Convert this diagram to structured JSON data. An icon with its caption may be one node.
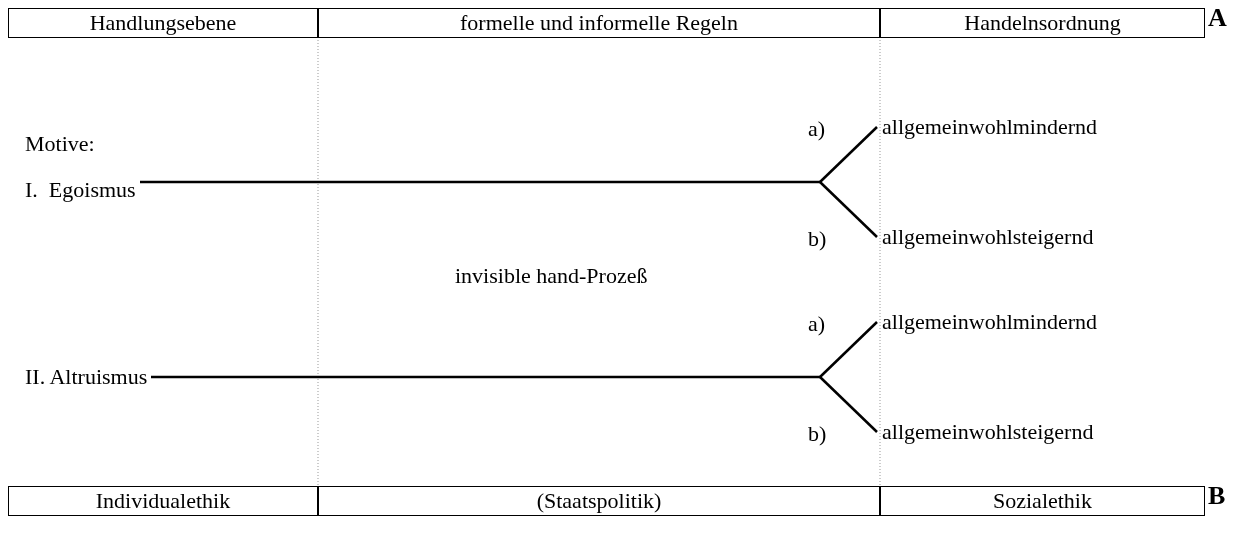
{
  "diagram": {
    "nodes": [
      {
        "text": [
          "Handlungsebene"
        ]
      },
      {
        "text": [
          "formelle und informelle Regeln"
        ]
      },
      {
        "text": [
          "Handelnsordnung"
        ]
      },
      {
        "text": [
          "I.  Egoismus"
        ]
      },
      {
        "text": [
          "allgemeinwohlmindernd"
        ]
      },
      {
        "text": [
          "allgemeinwohlsteigernd"
        ]
      },
      {
        "text": [
          "II. Altruismus"
        ]
      },
      {
        "text": [
          "allgemeinwohlmindernd"
        ]
      },
      {
        "text": [
          "allgemeinwohlsteigernd"
        ]
      },
      {
        "text": [
          "Individualethik"
        ]
      },
      {
        "text": [
          "(Staatspolitik)"
        ]
      },
      {
        "text": [
          "Sozialethik"
        ]
      }
    ],
    "edges": [
      {
        "from": 3,
        "to": 4,
        "arrow": "none"
      },
      {
        "from": 3,
        "to": 5,
        "arrow": "none"
      },
      {
        "from": 6,
        "to": 7,
        "arrow": "none"
      },
      {
        "from": 6,
        "to": 8,
        "arrow": "none"
      }
    ],
    "labels": [
      "A",
      "Motive:",
      "a)",
      "b)",
      "invisible hand-Prozeß",
      "a)",
      "b)",
      "B"
    ]
  }
}
